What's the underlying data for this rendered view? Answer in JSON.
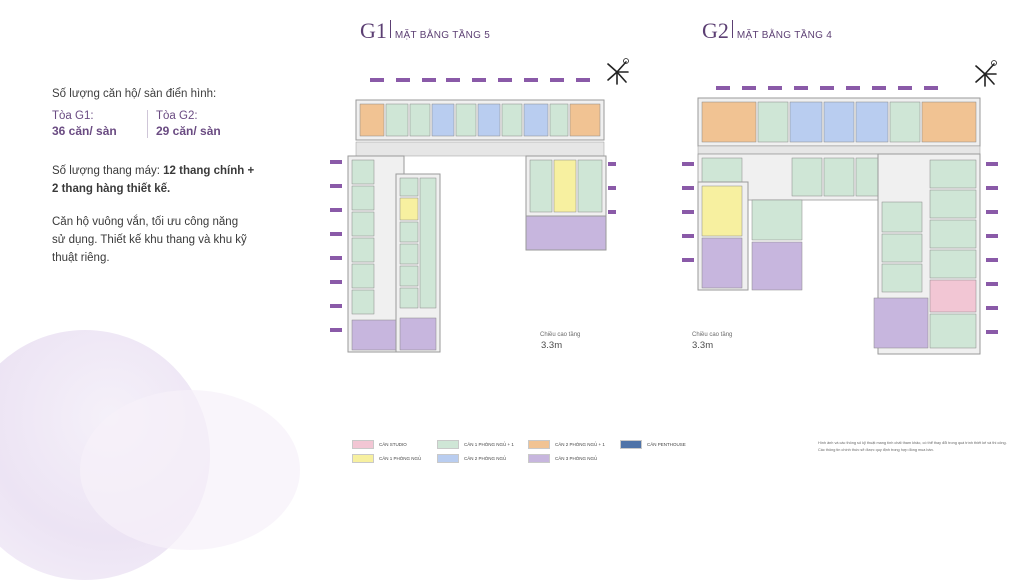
{
  "intro": {
    "heading": "Số lượng căn hộ/ sàn điển hình:",
    "towers": [
      {
        "name": "Tòa G1:",
        "count": "36 căn/ sàn"
      },
      {
        "name": "Tòa G2:",
        "count": "29 căn/ sàn"
      }
    ],
    "elevators_prefix": "Số lượng thang máy: ",
    "elevators_bold": "12 thang chính + 2 thang hàng thiết kế.",
    "layout_text": "Căn hộ vuông vắn, tối ưu công năng sử dụng. Thiết kế khu thang và khu kỹ thuật riêng."
  },
  "plans": [
    {
      "code": "G1",
      "subtitle": "MẶT BẰNG TẦNG 5",
      "ceiling_label": "Chiều cao tầng",
      "ceiling_value": "3.3m"
    },
    {
      "code": "G2",
      "subtitle": "MẶT BẰNG TẦNG 4",
      "ceiling_label": "Chiều cao tầng",
      "ceiling_value": "3.3m"
    }
  ],
  "legend": [
    {
      "label": "CĂN STUDIO",
      "color": "#f2c6d4"
    },
    {
      "label": "CĂN 1 PHÒNG NGỦ + 1",
      "color": "#cfe6d6"
    },
    {
      "label": "CĂN 2 PHÒNG NGỦ + 1",
      "color": "#f1c393"
    },
    {
      "label": "CĂN PENTHOUSE",
      "color": "#4f73a8"
    },
    {
      "label": "CĂN 1 PHÒNG NGỦ",
      "color": "#f7f0a0"
    },
    {
      "label": "CĂN 2 PHÒNG NGỦ",
      "color": "#b9cdf0"
    },
    {
      "label": "CĂN 3 PHÒNG NGỦ",
      "color": "#c7b6de"
    }
  ],
  "note": "Hình ảnh và các thông số kỹ thuật mang tính chất tham khảo, có thể thay đổi trong quá trình thiết kế và thi công. Các thông tin chính thức sẽ được quy định trong hợp đồng mua bán."
}
